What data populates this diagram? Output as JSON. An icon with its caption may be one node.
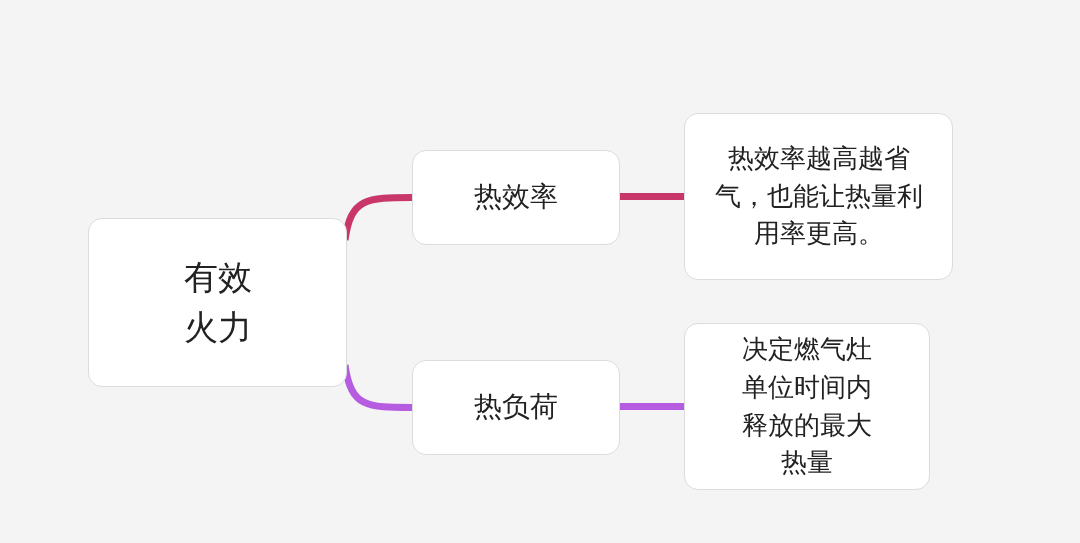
{
  "diagram": {
    "nodes": [
      {
        "text": [
          "有效火力"
        ]
      },
      {
        "text": [
          "热效率"
        ]
      },
      {
        "text": [
          "热效率越高越省气，也能让热量利用率更高。"
        ]
      },
      {
        "text": [
          "热负荷"
        ]
      },
      {
        "text": [
          "决定燃气灶单位时间内释放的最大热量"
        ]
      }
    ],
    "edges": [
      {
        "from": 0,
        "to": 1,
        "arrow": "none",
        "color": "#c8366a"
      },
      {
        "from": 1,
        "to": 2,
        "arrow": "none",
        "color": "#c8366a"
      },
      {
        "from": 0,
        "to": 3,
        "arrow": "none",
        "color": "#b65ce0"
      },
      {
        "from": 3,
        "to": 4,
        "arrow": "none",
        "color": "#b65ce0"
      }
    ]
  }
}
